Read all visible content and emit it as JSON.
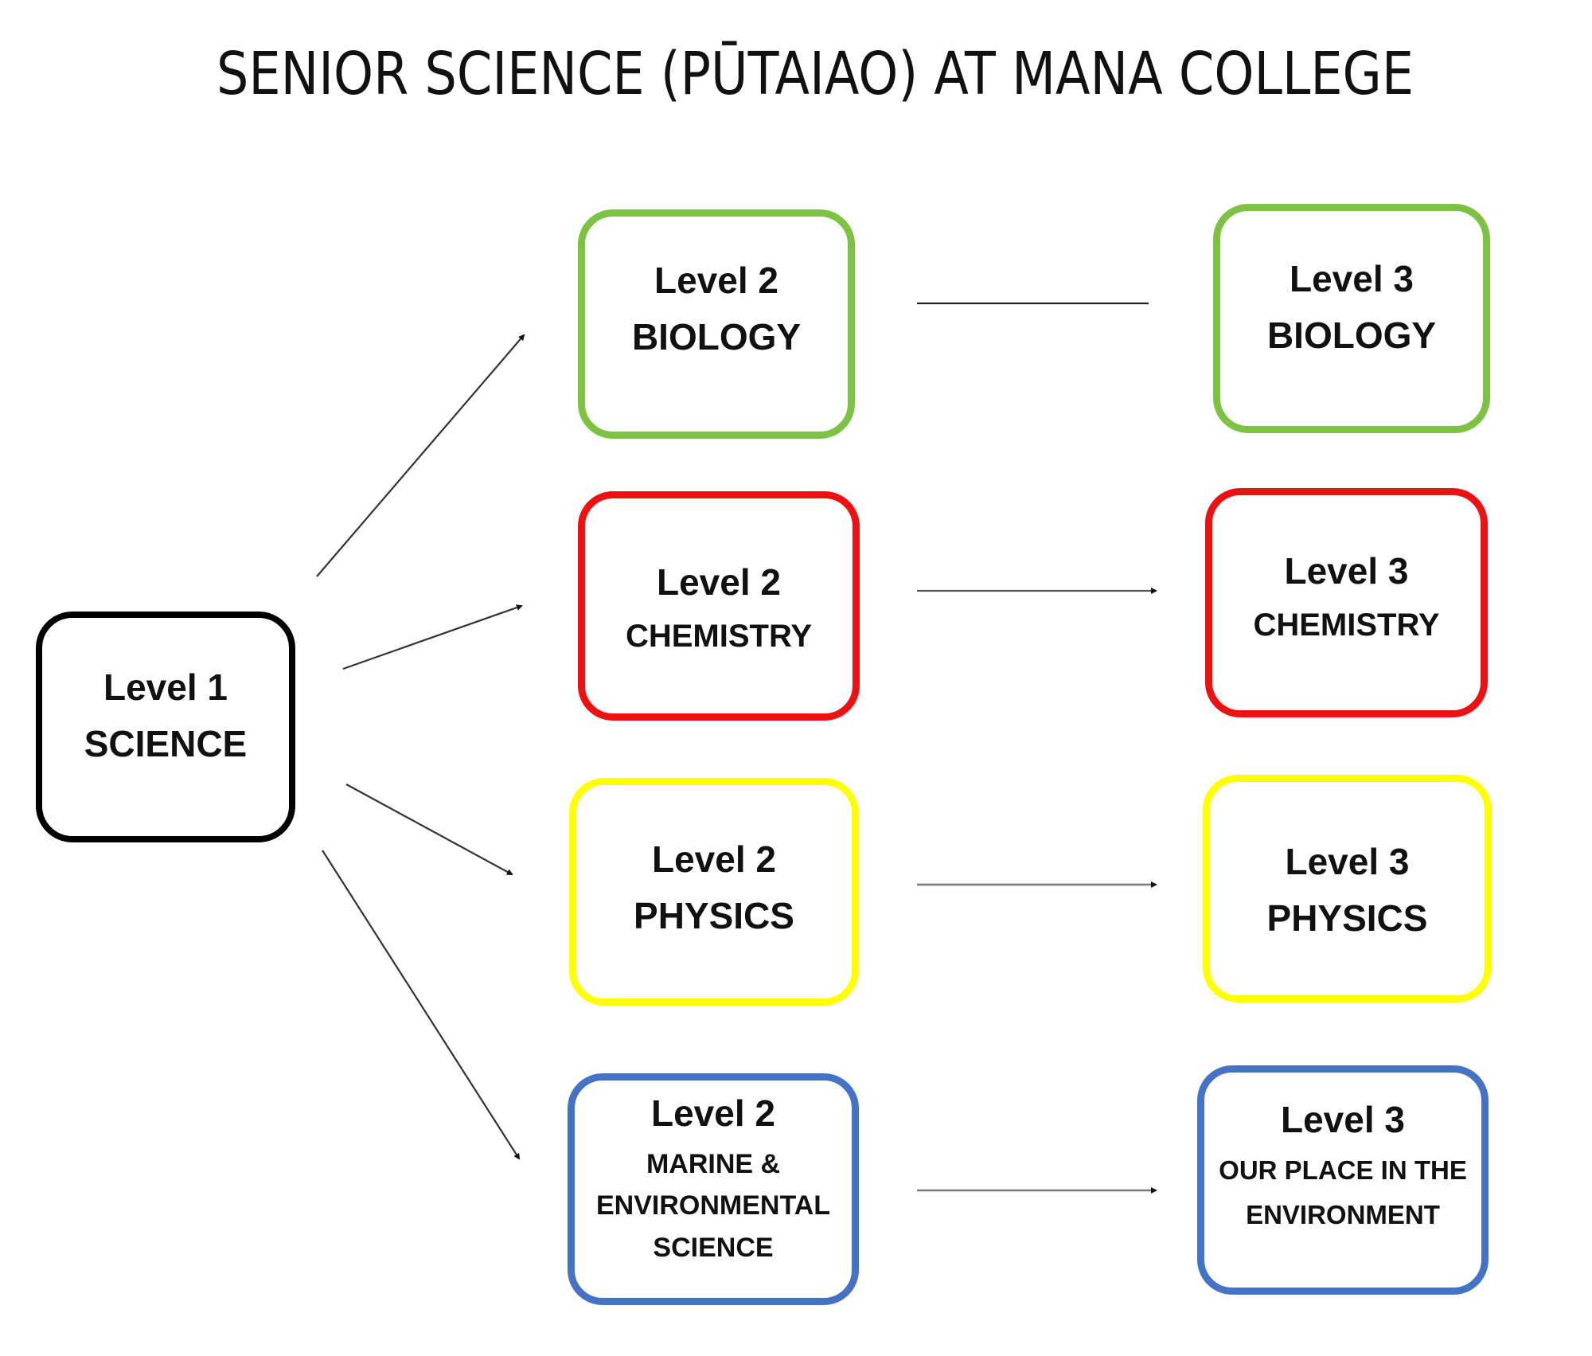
{
  "title": "SENIOR SCIENCE (PŪTAIAO) AT MANA COLLEGE",
  "colors": {
    "level1": "#000000",
    "biology": "#7dc242",
    "chemistry": "#ee1111",
    "physics": "#ffff00",
    "environment": "#4472c4",
    "connector": "#333333"
  },
  "level1": {
    "level": "Level 1",
    "subject": "SCIENCE"
  },
  "level2": [
    {
      "key": "biology",
      "level": "Level 2",
      "subject": "BIOLOGY"
    },
    {
      "key": "chemistry",
      "level": "Level 2",
      "subject": "CHEMISTRY"
    },
    {
      "key": "physics",
      "level": "Level 2",
      "subject": "PHYSICS"
    },
    {
      "key": "environment",
      "level": "Level 2",
      "subject_lines": [
        "MARINE &",
        "ENVIRONMENTAL",
        "SCIENCE"
      ]
    }
  ],
  "level3": [
    {
      "key": "biology",
      "level": "Level 3",
      "subject": "BIOLOGY"
    },
    {
      "key": "chemistry",
      "level": "Level 3",
      "subject": "CHEMISTRY"
    },
    {
      "key": "physics",
      "level": "Level 3",
      "subject": "PHYSICS"
    },
    {
      "key": "environment",
      "level": "Level 3",
      "subject_lines": [
        "OUR PLACE IN THE",
        "ENVIRONMENT"
      ]
    }
  ],
  "connections": [
    {
      "from": "Level 1 SCIENCE",
      "to": "Level 2 BIOLOGY"
    },
    {
      "from": "Level 1 SCIENCE",
      "to": "Level 2 CHEMISTRY"
    },
    {
      "from": "Level 1 SCIENCE",
      "to": "Level 2 PHYSICS"
    },
    {
      "from": "Level 1 SCIENCE",
      "to": "Level 2 MARINE & ENVIRONMENTAL SCIENCE"
    },
    {
      "from": "Level 2 BIOLOGY",
      "to": "Level 3 BIOLOGY"
    },
    {
      "from": "Level 2 CHEMISTRY",
      "to": "Level 3 CHEMISTRY"
    },
    {
      "from": "Level 2 PHYSICS",
      "to": "Level 3 PHYSICS"
    },
    {
      "from": "Level 2 MARINE & ENVIRONMENTAL SCIENCE",
      "to": "Level 3 OUR PLACE IN THE ENVIRONMENT"
    }
  ]
}
